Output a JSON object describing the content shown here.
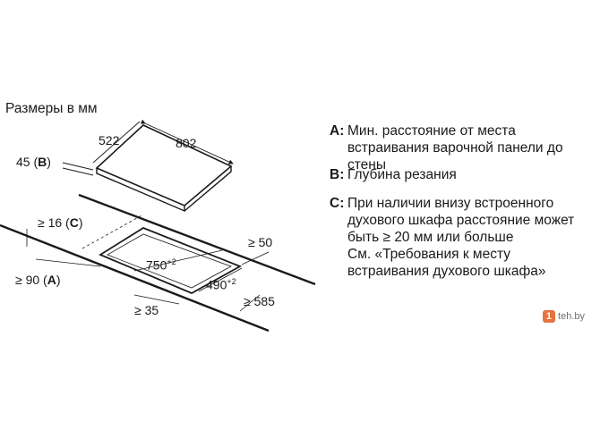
{
  "title": "Размеры в мм",
  "dimensions": {
    "width": "802",
    "depth": "522",
    "height": "45",
    "height_ref": "B",
    "rear_gap": "≥ 16",
    "rear_gap_ref": "C",
    "cutout_width": "750",
    "cutout_width_tol": "+2",
    "cutout_depth": "490",
    "cutout_depth_tol": "+2",
    "side_gap": "≥ 50",
    "front_gap": "≥ 90",
    "front_gap_ref": "A",
    "counter_depth": "≥ 585",
    "bottom_gap": "≥ 35"
  },
  "legend": [
    {
      "key": "A:",
      "text": "Мин. расстояние от места\nвстраивания варочной панели до\nстены"
    },
    {
      "key": "B:",
      "text": "Глубина резания"
    },
    {
      "key": "C:",
      "text": "При наличии внизу встроенного\nдухового шкафа расстояние может\nбыть ≥ 20 мм или больше\nСм. «Требования к месту\nвстраивания духового шкафа»"
    }
  ],
  "watermark": {
    "badge": "1",
    "text": "teh.by"
  },
  "colors": {
    "line": "#1a1a1a",
    "background": "#ffffff"
  }
}
